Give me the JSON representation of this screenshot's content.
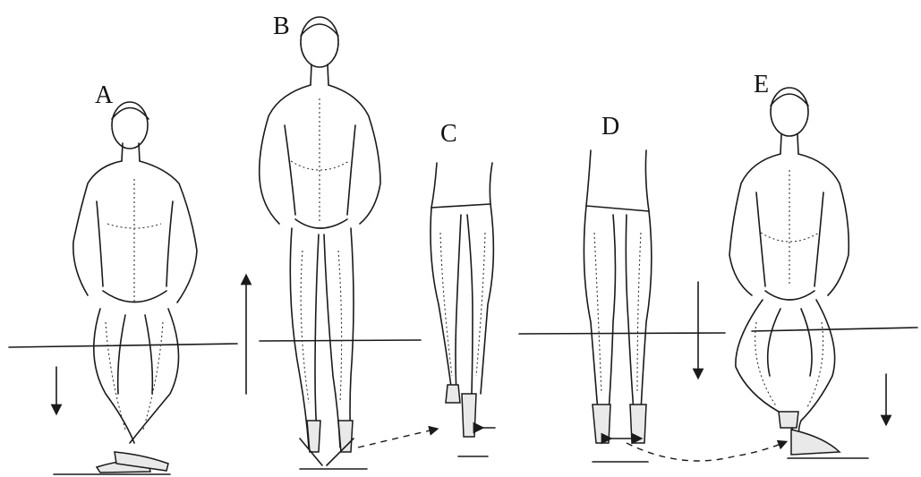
{
  "figures": [
    {
      "id": "A",
      "label": "A"
    },
    {
      "id": "B",
      "label": "B"
    },
    {
      "id": "C",
      "label": "C"
    },
    {
      "id": "D",
      "label": "D"
    },
    {
      "id": "E",
      "label": "E"
    }
  ],
  "colors": {
    "ink": "#1a1a1a",
    "background": "#ffffff"
  }
}
